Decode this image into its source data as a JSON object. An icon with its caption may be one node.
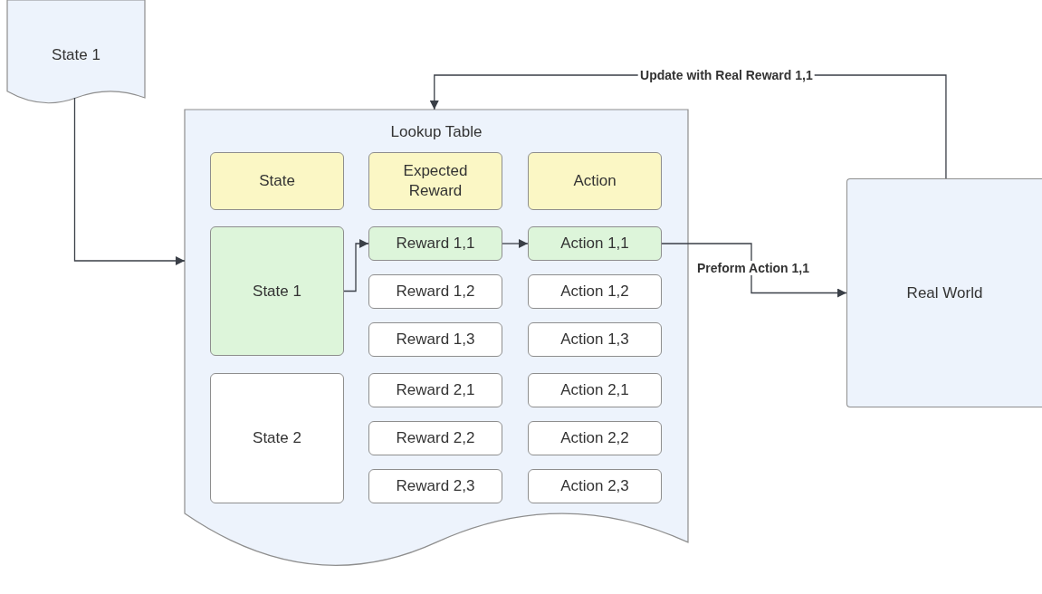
{
  "diagram": {
    "nodes": [
      {
        "text": [
          "State 1"
        ]
      },
      {
        "text": [
          "Lookup Table"
        ]
      },
      {
        "text": [
          "State"
        ],
        "in": 1
      },
      {
        "text": [
          "Expected Reward"
        ],
        "in": 1
      },
      {
        "text": [
          "Action"
        ],
        "in": 1
      },
      {
        "text": [
          "State 1"
        ],
        "in": 1
      },
      {
        "text": [
          "Reward 1,1"
        ],
        "in": 1
      },
      {
        "text": [
          "Action 1,1"
        ],
        "in": 1
      },
      {
        "text": [
          "Reward 1,2"
        ],
        "in": 1
      },
      {
        "text": [
          "Action 1,2"
        ],
        "in": 1
      },
      {
        "text": [
          "Reward 1,3"
        ],
        "in": 1
      },
      {
        "text": [
          "Action 1,3"
        ],
        "in": 1
      },
      {
        "text": [
          "State 2"
        ],
        "in": 1
      },
      {
        "text": [
          "Reward 2,1"
        ],
        "in": 1
      },
      {
        "text": [
          "Action 2,1"
        ],
        "in": 1
      },
      {
        "text": [
          "Reward 2,2"
        ],
        "in": 1
      },
      {
        "text": [
          "Action 2,2"
        ],
        "in": 1
      },
      {
        "text": [
          "Reward 2,3"
        ],
        "in": 1
      },
      {
        "text": [
          "Action 2,3"
        ],
        "in": 1
      },
      {
        "text": [
          "Real World"
        ]
      }
    ],
    "edges": [
      {
        "from": 0,
        "to": 1,
        "arrow": "to"
      },
      {
        "from": 5,
        "to": 6,
        "arrow": "to"
      },
      {
        "from": 6,
        "to": 7,
        "arrow": "to"
      },
      {
        "from": 7,
        "to": 19,
        "label": "Preform Action 1,1",
        "arrow": "to"
      },
      {
        "from": 19,
        "to": 1,
        "label": "Update with Real Reward 1,1",
        "arrow": "to"
      }
    ]
  }
}
